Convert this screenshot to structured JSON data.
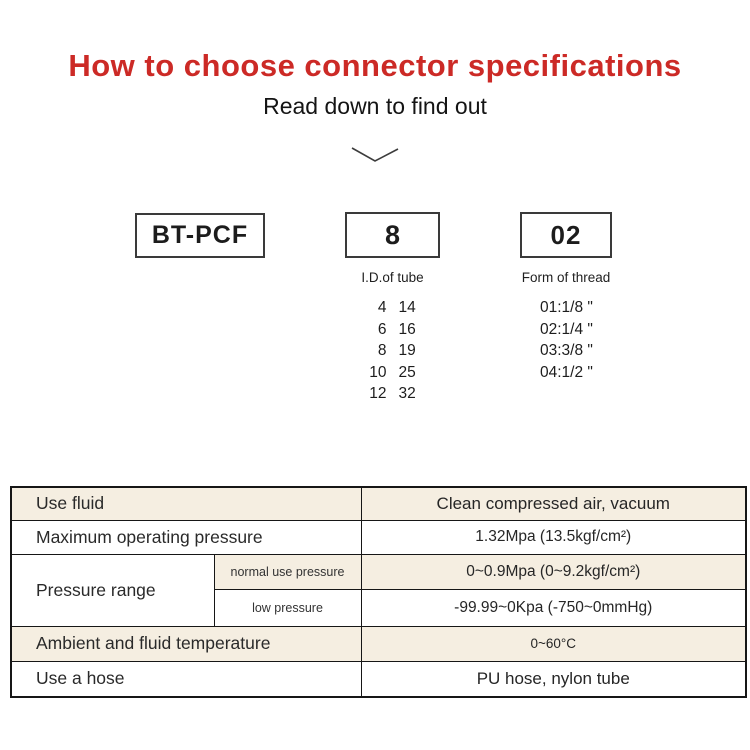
{
  "header": {
    "title": "How to choose connector specifications",
    "subtitle": "Read down to find out"
  },
  "model_code": {
    "prefix": "BT-PCF",
    "tube_code": "8",
    "thread_code": "02",
    "tube_label": "I.D.of tube",
    "thread_label": "Form of thread",
    "tube_sizes": [
      [
        "4",
        "14"
      ],
      [
        "6",
        "16"
      ],
      [
        "8",
        "19"
      ],
      [
        "10",
        "25"
      ],
      [
        "12",
        "32"
      ]
    ],
    "thread_options": [
      "01:1/8 \"",
      "02:1/4 \"",
      "03:3/8 \"",
      "04:1/2 \""
    ]
  },
  "spec_table": {
    "use_fluid_label": "Use fluid",
    "use_fluid_value": "Clean compressed air, vacuum",
    "max_pressure_label": "Maximum operating pressure",
    "max_pressure_value": "1.32Mpa (13.5kgf/cm²)",
    "pressure_range_label": "Pressure range",
    "normal_pressure_label": "normal use pressure",
    "normal_pressure_value": "0~0.9Mpa (0~9.2kgf/cm²)",
    "low_pressure_label": "low pressure",
    "low_pressure_value": "-99.99~0Kpa (-750~0mmHg)",
    "temperature_label": "Ambient and fluid temperature",
    "temperature_value": "0~60°C",
    "hose_label": "Use a hose",
    "hose_value": "PU hose, nylon tube"
  },
  "colors": {
    "accent_red": "#cc2a26",
    "row_beige": "#f5eee1",
    "line_dark": "#161616"
  }
}
